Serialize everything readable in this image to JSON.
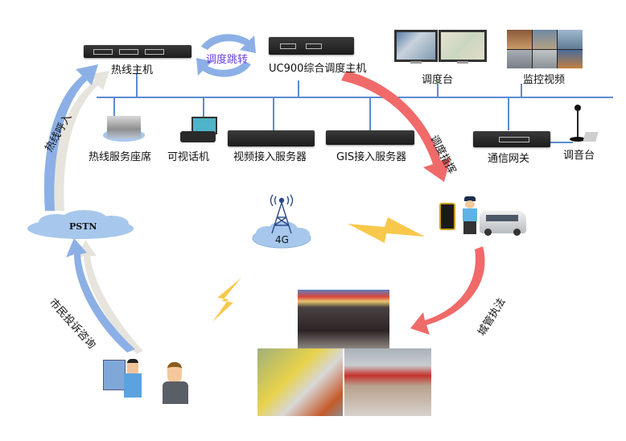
{
  "diagram": {
    "nodes": {
      "hotline_host": "热线主机",
      "dispatch_jump": "调度跳转",
      "uc900_host": "UC900综合调度主机",
      "dispatch_console": "调度台",
      "monitor_video": "监控视频",
      "hotline_seat": "热线服务座席",
      "video_phone": "可视话机",
      "video_access_server": "视频接入服务器",
      "gis_access_server": "GIS接入服务器",
      "comm_gateway": "通信网关",
      "audio_console": "调音台",
      "pstn": "PSTN",
      "network_4g": "4G"
    },
    "arrows": {
      "hotline_incoming": "热线呼入",
      "citizen_complaint": "市民投诉咨询",
      "dispatch_command": "调度指挥",
      "urban_enforcement": "城管执法"
    },
    "colors": {
      "bus_line": "#5b8bd0",
      "blue_arrow": "#8cb0e6",
      "red_arrow": "#f06a6a",
      "cloud": "#a7c8ec",
      "lightning": "#f7c23a",
      "dispatch_jump_text": "#6a3ee8"
    }
  }
}
